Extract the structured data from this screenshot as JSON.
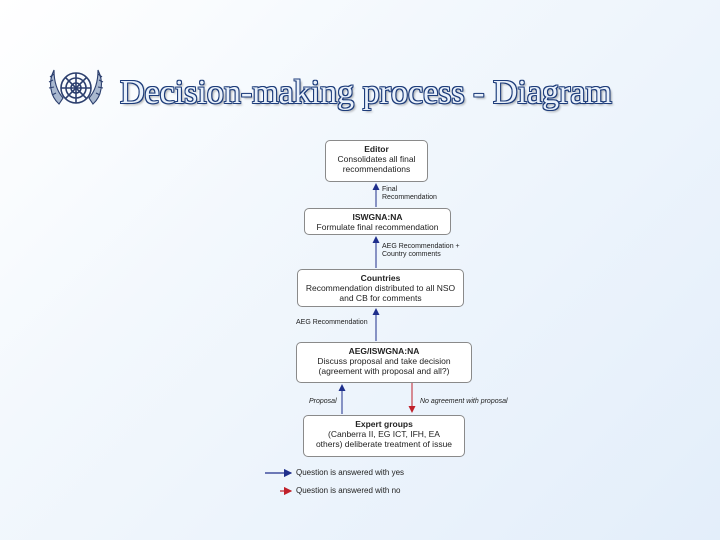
{
  "slide": {
    "title": "Decision-making process - Diagram"
  },
  "logo": {
    "icon": "un-emblem-icon"
  },
  "diagram": {
    "boxes": {
      "editor": {
        "heading": "Editor",
        "lines": [
          "Consolidates all final",
          "recommendations"
        ]
      },
      "iswgna": {
        "heading": "ISWGNA:NA",
        "lines": [
          "Formulate final recommendation"
        ]
      },
      "countries": {
        "heading": "Countries",
        "lines": [
          "Recommendation distributed to all NSO",
          "and CB for comments"
        ]
      },
      "aeg": {
        "heading": "AEG/ISWGNA:NA",
        "lines": [
          "Discuss proposal and take decision",
          "(agreement with proposal and all?)"
        ]
      },
      "expert": {
        "heading": "Expert groups",
        "lines": [
          "(Canberra II, EG ICT, IFH, EA",
          "others) deliberate treatment of issue"
        ]
      }
    },
    "labels": {
      "final_rec": [
        "Final",
        "Recommendation"
      ],
      "aeg_rec": [
        "AEG Recommendation +",
        "Country comments"
      ],
      "aeg_recommendation": "AEG Recommendation",
      "proposal": "Proposal",
      "no_agreement": "No agreement with proposal"
    }
  },
  "legend": {
    "yes": {
      "text": "Question is answered with yes",
      "color": "#1f2f8c"
    },
    "no": {
      "text": "Question is answered with no",
      "color": "#c0202a"
    }
  }
}
